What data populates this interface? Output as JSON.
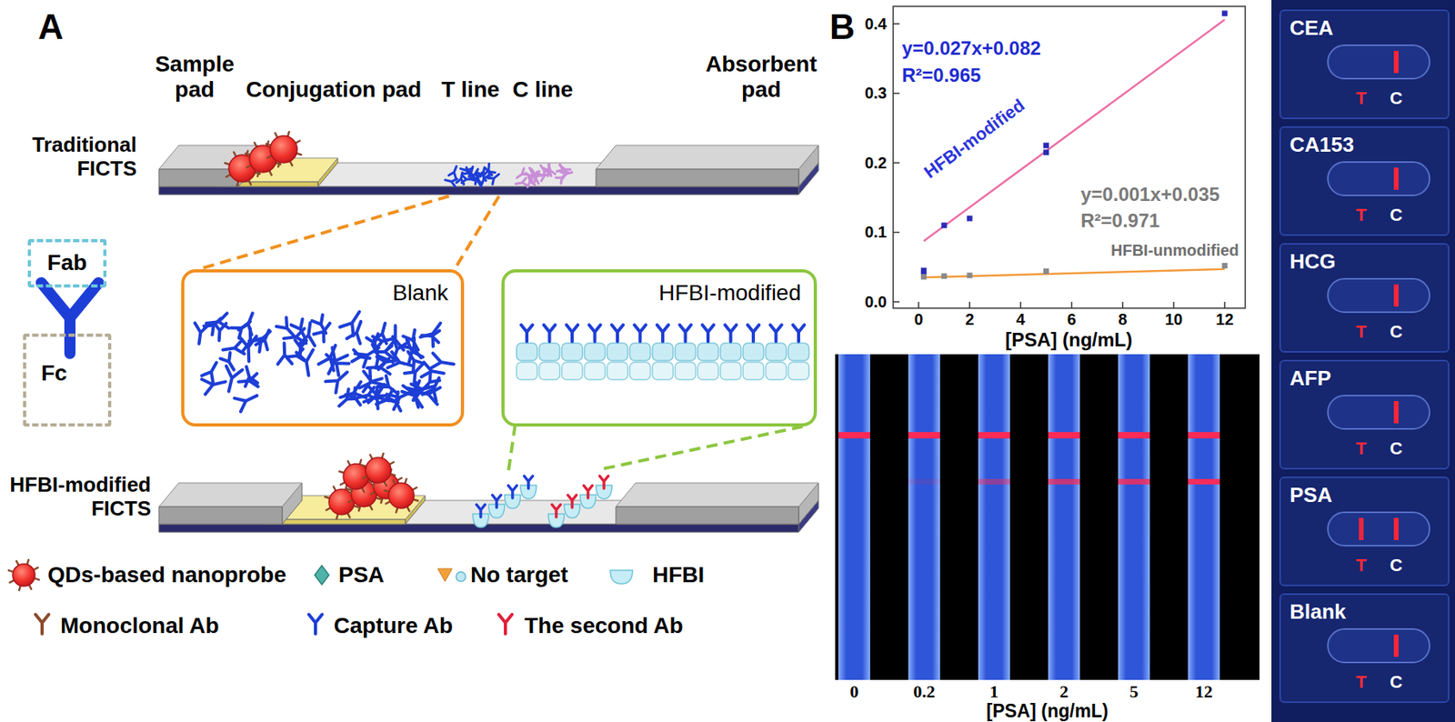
{
  "diagram": {
    "nodes": [
      {
        "text": [
          "Fab"
        ]
      },
      {
        "text": [
          "Fc"
        ]
      },
      {
        "text": [
          "Blank"
        ]
      },
      {
        "text": [
          "HFBI-modified"
        ]
      },
      {
        "text": [
          "CEA",
          "T",
          "C"
        ]
      },
      {
        "text": [
          "CA153",
          "T",
          "C"
        ]
      },
      {
        "text": [
          "HCG",
          "T",
          "C"
        ]
      },
      {
        "text": [
          "AFP",
          "T",
          "C"
        ]
      },
      {
        "text": [
          "PSA",
          "T",
          "C"
        ]
      },
      {
        "text": [
          "Blank",
          "T",
          "C"
        ]
      }
    ],
    "labels": [
      "A",
      "Sample pad",
      "Conjugation pad",
      "T line",
      "C line",
      "Absorbent pad",
      "Traditional FICTS",
      "HFBI-modified FICTS",
      "B",
      "y=0.027x+0.082",
      "R²=0.965",
      "HFBI-modified",
      "y=0.001x+0.035",
      "R²=0.971",
      "HFBI-unmodified",
      "0.4",
      "0.3",
      "0.2",
      "0.1",
      "0.0",
      "0",
      "2",
      "4",
      "6",
      "8",
      "10",
      "12",
      "[PSA] (ng/mL)",
      "0",
      "0.2",
      "1",
      "2",
      "5",
      "12",
      "[PSA] (ng/mL)"
    ],
    "legend": [
      {
        "text": "QDs-based nanoprobe"
      },
      {
        "text": "PSA"
      },
      {
        "text": "No target"
      },
      {
        "text": "HFBI"
      },
      {
        "text": "Monoclonal Ab"
      },
      {
        "text": "Capture Ab"
      },
      {
        "text": "The second Ab"
      }
    ]
  }
}
